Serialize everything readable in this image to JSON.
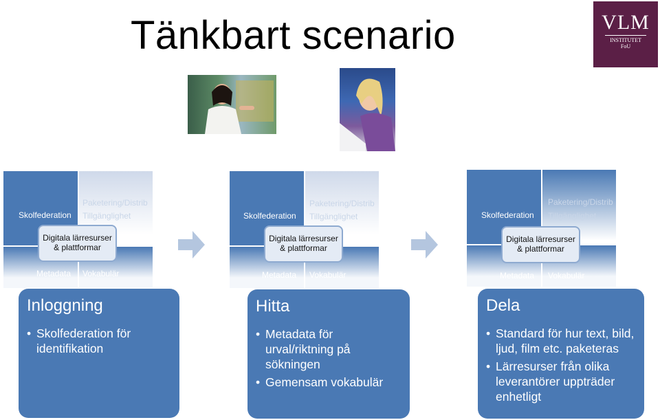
{
  "title": "Tänkbart scenario",
  "logo": {
    "main": "VLM",
    "sub1": "INSTITUTET",
    "sub2": "FoU"
  },
  "quad": {
    "top_left": "Skolfederation",
    "top_right_1": "Paketering/Distrib",
    "top_right_2": "Tillgänglighet",
    "bottom_left": "Metadata",
    "bottom_right": "Vokabulär",
    "center_1": "Digitala lärresurser",
    "center_2": "& plattformar"
  },
  "cards": [
    {
      "heading": "Inloggning",
      "bullets": [
        "Skolfederation för identifikation"
      ]
    },
    {
      "heading": "Hitta",
      "bullets": [
        "Metadata för urval/riktning på sökningen",
        "Gemensam vokabulär"
      ]
    },
    {
      "heading": "Dela",
      "bullets": [
        "Standard för hur text, bild, ljud, film etc. paketeras",
        "Lärresurser från olika leverantörer uppträder enhetligt"
      ]
    }
  ],
  "colors": {
    "accent": "#4a79b4",
    "logo_bg": "#5b1f46",
    "arrow": "#b4c6df"
  }
}
